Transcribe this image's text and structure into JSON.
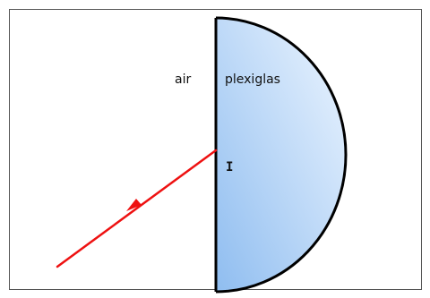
{
  "labels": {
    "air": "air",
    "plexiglas": "plexiglas",
    "incidence_point": "I"
  },
  "colors": {
    "frame": "#555555",
    "outline": "#000000",
    "ray": "#ee1111",
    "lens_light": "#eef6ff",
    "lens_dark": "#8fbdf0"
  }
}
